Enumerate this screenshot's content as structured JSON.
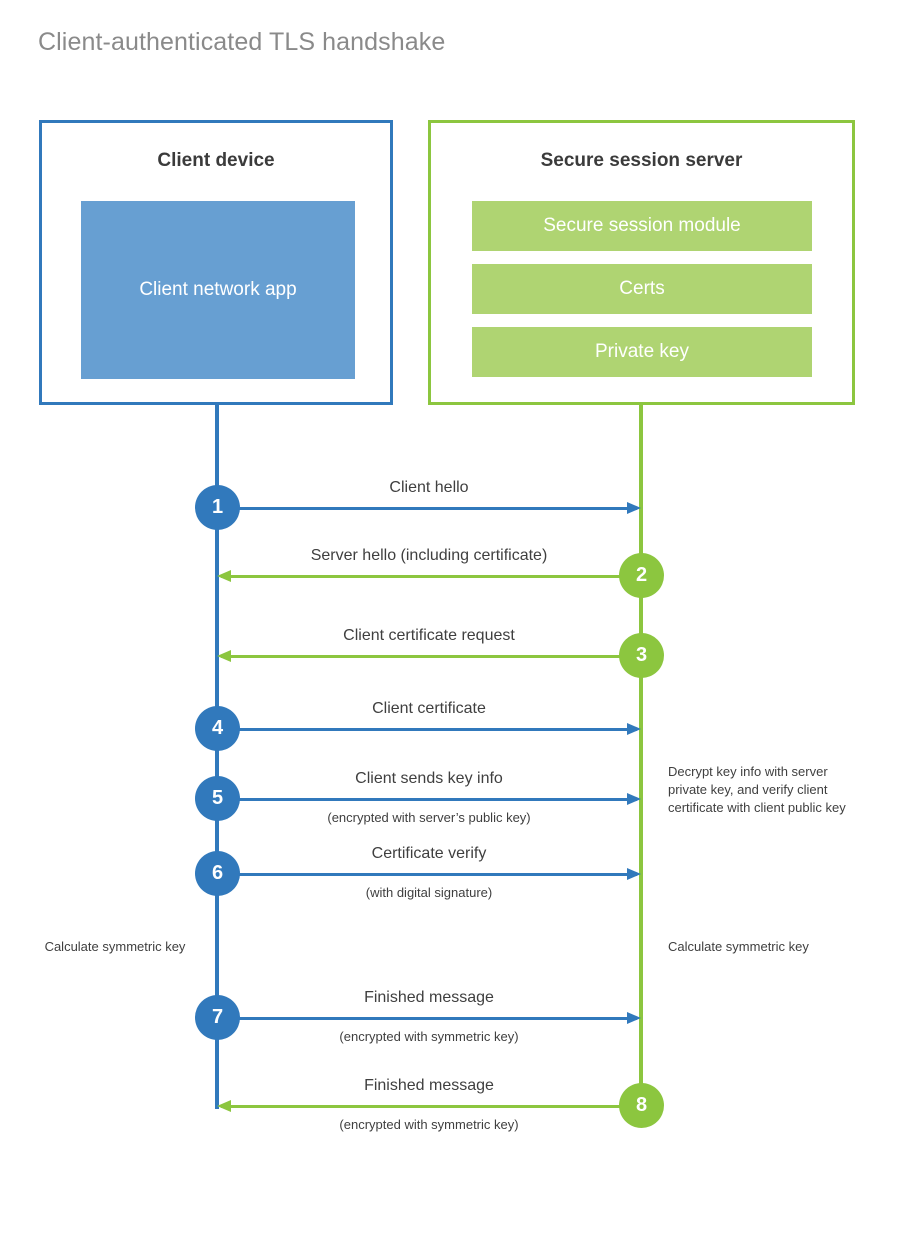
{
  "title": "Client-authenticated TLS handshake",
  "colors": {
    "client_accent": "#3179bc",
    "client_fill": "#679fd2",
    "server_accent": "#8cc63f",
    "server_fill": "#afd472",
    "title_text": "#8a8a8a",
    "label_text": "#3f3f3f"
  },
  "parties": {
    "client": {
      "title": "Client device",
      "blocks": [
        {
          "label": "Client network app"
        }
      ]
    },
    "server": {
      "title": "Secure session server",
      "blocks": [
        {
          "label": "Secure session module"
        },
        {
          "label": "Certs"
        },
        {
          "label": "Private key"
        }
      ]
    }
  },
  "messages": [
    {
      "step": "1",
      "label": "Client hello",
      "sublabel": "",
      "direction": "client-to-server",
      "origin": "client"
    },
    {
      "step": "2",
      "label": "Server hello (including certificate)",
      "sublabel": "",
      "direction": "server-to-client",
      "origin": "server"
    },
    {
      "step": "3",
      "label": "Client certificate request",
      "sublabel": "",
      "direction": "server-to-client",
      "origin": "server"
    },
    {
      "step": "4",
      "label": "Client certificate",
      "sublabel": "",
      "direction": "client-to-server",
      "origin": "client"
    },
    {
      "step": "5",
      "label": "Client sends key info",
      "sublabel": "(encrypted with server’s public key)",
      "direction": "client-to-server",
      "origin": "client"
    },
    {
      "step": "6",
      "label": "Certificate verify",
      "sublabel": "(with digital signature)",
      "direction": "client-to-server",
      "origin": "client"
    },
    {
      "step": "7",
      "label": "Finished message",
      "sublabel": "(encrypted with symmetric key)",
      "direction": "client-to-server",
      "origin": "client"
    },
    {
      "step": "8",
      "label": "Finished message",
      "sublabel": "(encrypted with symmetric key)",
      "direction": "server-to-client",
      "origin": "server"
    }
  ],
  "annotations": {
    "server_decrypt": "Decrypt key info with server private key, and verify client certificate with client public key",
    "client_calculate": "Calculate symmetric key",
    "server_calculate": "Calculate symmetric key"
  }
}
